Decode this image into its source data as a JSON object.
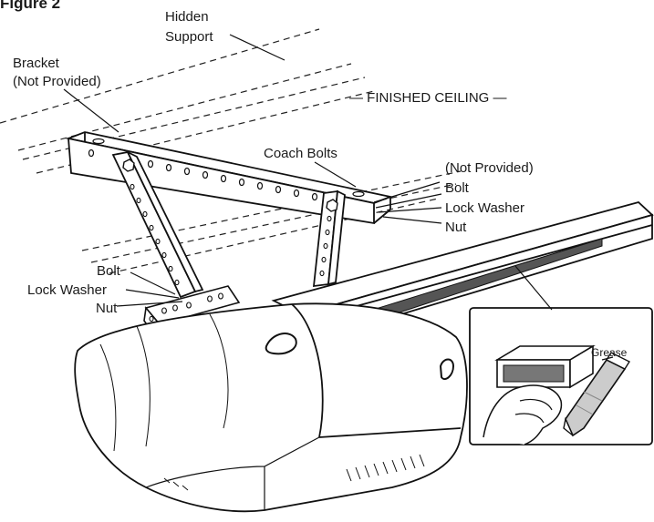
{
  "figure": {
    "title": "Figure 2"
  },
  "labels": {
    "hidden_support_line1": "Hidden",
    "hidden_support_line2": "Support",
    "bracket_line1": "Bracket",
    "bracket_line2": "(Not Provided)",
    "finished_ceiling": "— FINISHED CEILING —",
    "coach_bolts": "Coach Bolts",
    "not_provided": "(Not Provided)",
    "bolt_right": "Bolt",
    "lock_washer_right": "Lock Washer",
    "nut_right": "Nut",
    "bolt_left": "Bolt",
    "lock_washer_left": "Lock Washer",
    "nut_left": "Nut",
    "grease": "Grease"
  }
}
